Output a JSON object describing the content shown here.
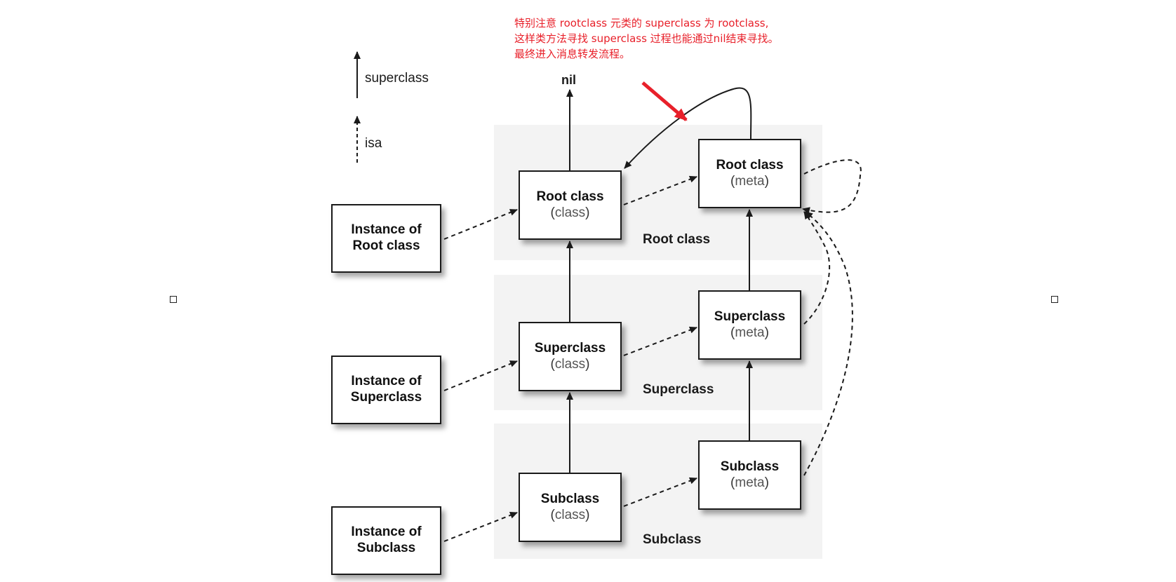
{
  "note": {
    "lines": [
      "特别注意 rootclass 元类的 superclass 为 rootclass,",
      "这样类方法寻找 superclass 过程也能通过nil结束寻找。",
      "最终进入消息转发流程。"
    ],
    "color": "#e8202a"
  },
  "legend": {
    "superclass_label": "superclass",
    "isa_label": "isa"
  },
  "nil_label": "nil",
  "instances": {
    "root": {
      "line1": "Instance of",
      "line2": "Root class"
    },
    "super": {
      "line1": "Instance of",
      "line2": "Superclass"
    },
    "sub": {
      "line1": "Instance of",
      "line2": "Subclass"
    }
  },
  "classes": {
    "root": {
      "name": "Root class",
      "kind": "class"
    },
    "super": {
      "name": "Superclass",
      "kind": "class"
    },
    "sub": {
      "name": "Subclass",
      "kind": "class"
    }
  },
  "metas": {
    "root": {
      "name": "Root class",
      "kind": "meta"
    },
    "super": {
      "name": "Superclass",
      "kind": "meta"
    },
    "sub": {
      "name": "Subclass",
      "kind": "meta"
    }
  },
  "sections": {
    "root": "Root class",
    "super": "Superclass",
    "sub": "Subclass"
  },
  "colors": {
    "band": "#f3f3f3",
    "line": "#1a1a1a",
    "highlight_arrow": "#e8202a"
  }
}
